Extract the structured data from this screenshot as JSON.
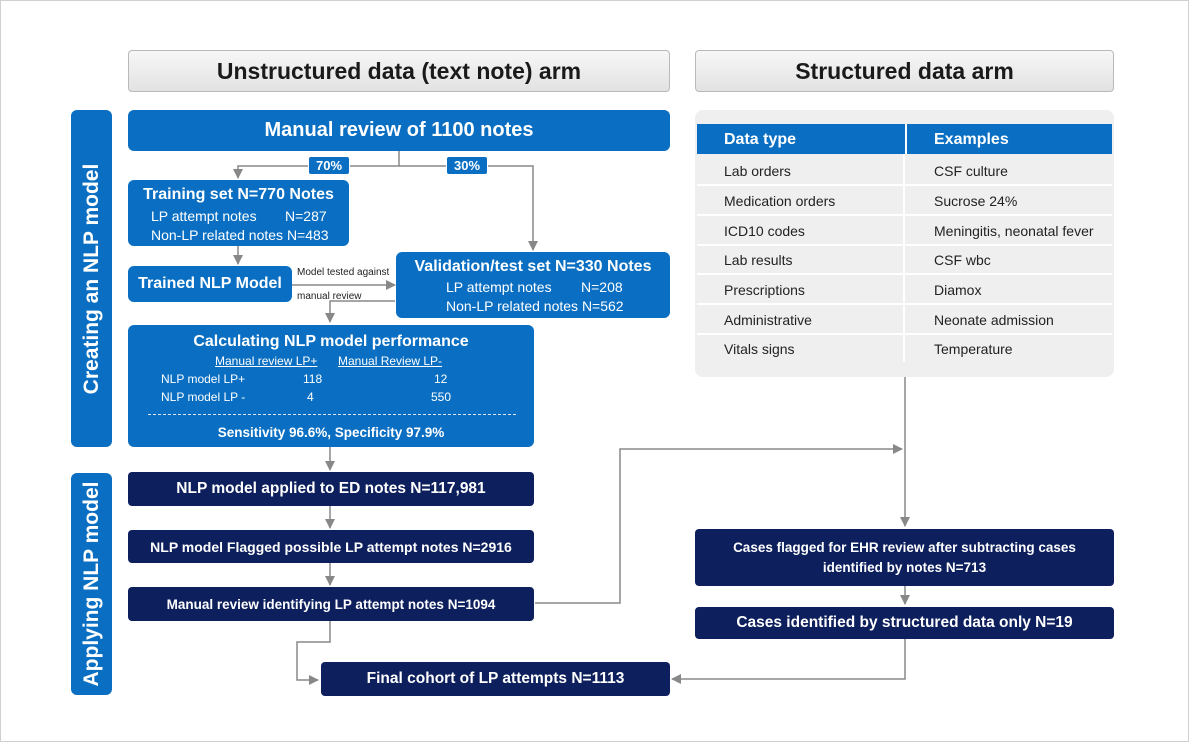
{
  "headers": {
    "unstructured": "Unstructured data (text note) arm",
    "structured": "Structured data arm"
  },
  "side_labels": {
    "creating": "Creating an  NLP model",
    "applying": "Applying  NLP model"
  },
  "manual_review": "Manual review of 1100 notes",
  "split": {
    "train_pct": "70%",
    "val_pct": "30%"
  },
  "training": {
    "title": "Training set N=770 Notes",
    "lp_label": "LP attempt notes",
    "lp_value": "N=287",
    "non_lp": "Non-LP related notes N=483"
  },
  "trained_model": "Trained NLP Model",
  "tested_label_1": "Model tested against",
  "tested_label_2": "manual review",
  "validation": {
    "title": "Validation/test set N=330 Notes",
    "lp_label": "LP attempt notes",
    "lp_value": "N=208",
    "non_lp": "Non-LP related notes N=562"
  },
  "performance": {
    "title": "Calculating NLP model performance",
    "col1": "Manual review LP+",
    "col2": "Manual Review LP-",
    "row1_label": "NLP model LP+",
    "row1_v1": "118",
    "row1_v2": "12",
    "row2_label": "NLP model LP -",
    "row2_v1": "4",
    "row2_v2": "550",
    "summary": "Sensitivity 96.6%, Specificity 97.9%"
  },
  "applied": "NLP model applied to ED notes N=117,981",
  "flagged": "NLP model Flagged possible LP attempt notes N=2916",
  "manual_identify": "Manual review  identifying LP attempt notes N=1094",
  "final_cohort": "Final cohort of LP attempts N=1113",
  "data_table": {
    "col1": "Data type",
    "col2": "Examples",
    "rows": [
      {
        "type": "Lab orders",
        "example": "CSF culture"
      },
      {
        "type": "Medication orders",
        "example": "Sucrose 24%"
      },
      {
        "type": "ICD10 codes",
        "example": "Meningitis, neonatal fever"
      },
      {
        "type": "Lab results",
        "example": "CSF wbc"
      },
      {
        "type": "Prescriptions",
        "example": "Diamox"
      },
      {
        "type": "Administrative",
        "example": "Neonate admission"
      },
      {
        "type": "Vitals signs",
        "example": "Temperature"
      }
    ]
  },
  "ehr_flagged": "Cases flagged for EHR review after subtracting cases identified by notes N=713",
  "structured_only": "Cases identified by structured data only N=19",
  "colors": {
    "blue": "#0a6fc2",
    "navy": "#0d1f5c",
    "header_bg": "#e8e8e8",
    "arrow": "#888888"
  }
}
